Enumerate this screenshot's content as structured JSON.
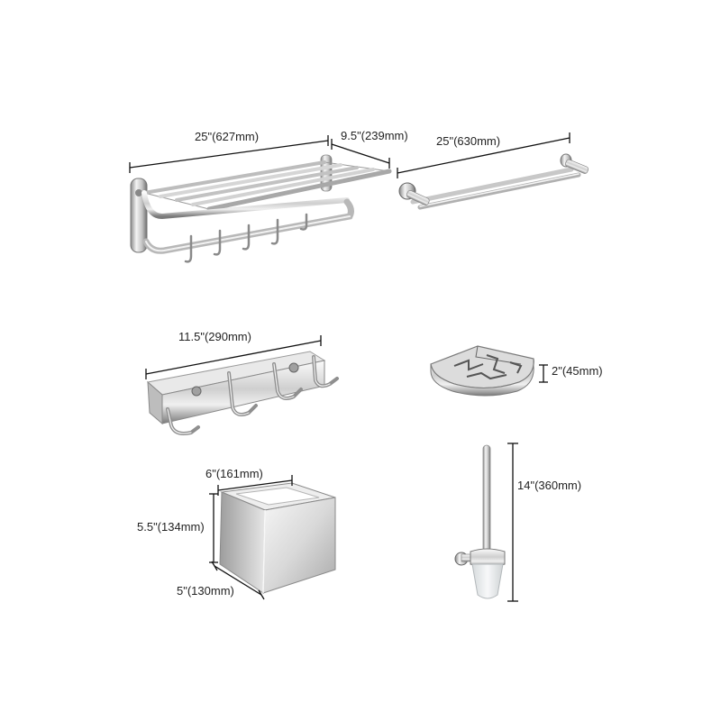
{
  "colors": {
    "background": "#ffffff",
    "dimension_line": "#111111",
    "chrome_light": "#f4f4f4",
    "chrome_mid": "#c9c9c9",
    "chrome_dark": "#6e6e6e",
    "frosted_glass": "#e9ecee"
  },
  "products": {
    "towel_rack": {
      "width_label": "25\"(627mm)",
      "depth_label": "9.5\"(239mm)"
    },
    "double_towel_bar": {
      "width_label": "25\"(630mm)"
    },
    "robe_hook": {
      "width_label": "11.5\"(290mm)"
    },
    "corner_shelf": {
      "height_label": "2\"(45mm)"
    },
    "tissue_box": {
      "width_label": "6\"(161mm)",
      "height_label": "5.5\"(134mm)",
      "depth_label": "5\"(130mm)"
    },
    "toilet_brush": {
      "height_label": "14\"(360mm)"
    }
  }
}
